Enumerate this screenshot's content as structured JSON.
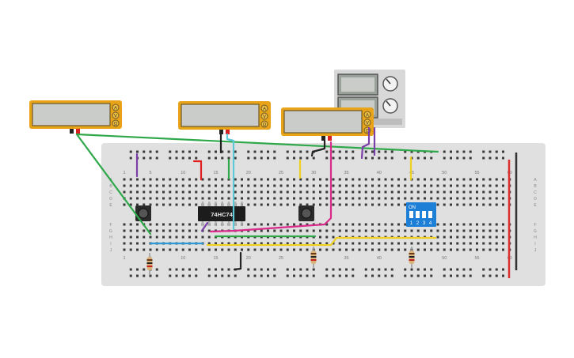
{
  "colors": {
    "canvas": "#ffffff",
    "board": "#e0e0e0",
    "hole": "#3a3a3a",
    "multimeter_body": "#e8a318",
    "multimeter_screen": "#c9ccc9",
    "psu_body": "#d8d8d8",
    "ic_body": "#1c1c1c",
    "dip_body": "#1e7fd6",
    "wire_green": "#2fa84a",
    "wire_blue": "#2a9ad8",
    "wire_purple": "#7a3fa8",
    "wire_red": "#e02020",
    "wire_yellow": "#f0d020",
    "wire_magenta": "#d82a8a",
    "wire_black": "#222222",
    "wire_cyan": "#5cc8d8",
    "rail_red": "#d93030",
    "rail_dark": "#333333"
  },
  "breadboard": {
    "column_numbers_top": [
      "1",
      "5",
      "10",
      "15",
      "20",
      "25",
      "30",
      "35",
      "40",
      "45",
      "50",
      "55",
      "60"
    ],
    "column_numbers_bottom": [
      "1",
      "5",
      "10",
      "15",
      "20",
      "25",
      "30",
      "35",
      "40",
      "45",
      "50",
      "55",
      "60"
    ],
    "row_letters_upper": [
      "A",
      "B",
      "C",
      "D",
      "E"
    ],
    "row_letters_lower": [
      "F",
      "G",
      "H",
      "I",
      "J"
    ]
  },
  "multimeters": [
    {
      "mode_labels": [
        "A",
        "V",
        "Ω"
      ]
    },
    {
      "mode_labels": [
        "A",
        "V",
        "Ω"
      ]
    },
    {
      "mode_labels": [
        "A",
        "V",
        "Ω"
      ]
    }
  ],
  "ic": {
    "label": "74HC74"
  },
  "dip_switch": {
    "on_label": "ON",
    "numbers": [
      "1",
      "2",
      "3",
      "4"
    ]
  }
}
